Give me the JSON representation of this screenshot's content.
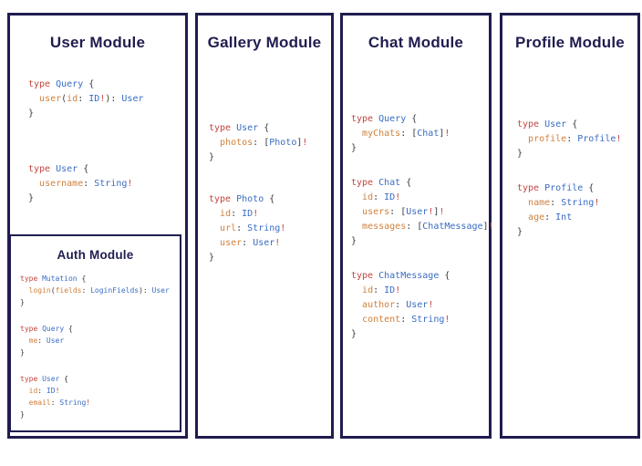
{
  "palette": {
    "border_navy": "#1f1d4f",
    "title_navy": "#1f1d4f",
    "keyword_red": "#c2463e",
    "type_blue": "#3a6cc3",
    "field_orange": "#d0813e",
    "punctuation_dark": "#383b42",
    "background": "#ffffff"
  },
  "modules": [
    {
      "id": "user",
      "title": "User Module",
      "blocks": [
        [
          [
            [
              "r",
              "type"
            ],
            [
              "d",
              " "
            ],
            [
              "b",
              "Query"
            ],
            [
              "d",
              " {"
            ]
          ],
          [
            [
              "d",
              "  "
            ],
            [
              "o",
              "user"
            ],
            [
              "d",
              "("
            ],
            [
              "o",
              "id"
            ],
            [
              "d",
              ": "
            ],
            [
              "b",
              "ID"
            ],
            [
              "r",
              "!"
            ],
            [
              "d",
              "): "
            ],
            [
              "b",
              "User"
            ]
          ],
          [
            [
              "d",
              "}"
            ]
          ]
        ],
        [
          [
            [
              "r",
              "type"
            ],
            [
              "d",
              " "
            ],
            [
              "b",
              "User"
            ],
            [
              "d",
              " {"
            ]
          ],
          [
            [
              "d",
              "  "
            ],
            [
              "o",
              "username"
            ],
            [
              "d",
              ": "
            ],
            [
              "b",
              "String"
            ],
            [
              "r",
              "!"
            ]
          ],
          [
            [
              "d",
              "}"
            ]
          ]
        ]
      ]
    },
    {
      "id": "gallery",
      "title": "Gallery Module",
      "blocks": [
        [
          [
            [
              "r",
              "type"
            ],
            [
              "d",
              " "
            ],
            [
              "b",
              "User"
            ],
            [
              "d",
              " {"
            ]
          ],
          [
            [
              "d",
              "  "
            ],
            [
              "o",
              "photos"
            ],
            [
              "d",
              ": ["
            ],
            [
              "b",
              "Photo"
            ],
            [
              "d",
              "]"
            ],
            [
              "r",
              "!"
            ]
          ],
          [
            [
              "d",
              "}"
            ]
          ]
        ],
        [
          [
            [
              "r",
              "type"
            ],
            [
              "d",
              " "
            ],
            [
              "b",
              "Photo"
            ],
            [
              "d",
              " {"
            ]
          ],
          [
            [
              "d",
              "  "
            ],
            [
              "o",
              "id"
            ],
            [
              "d",
              ": "
            ],
            [
              "b",
              "ID"
            ],
            [
              "r",
              "!"
            ]
          ],
          [
            [
              "d",
              "  "
            ],
            [
              "o",
              "url"
            ],
            [
              "d",
              ": "
            ],
            [
              "b",
              "String"
            ],
            [
              "r",
              "!"
            ]
          ],
          [
            [
              "d",
              "  "
            ],
            [
              "o",
              "user"
            ],
            [
              "d",
              ": "
            ],
            [
              "b",
              "User"
            ],
            [
              "r",
              "!"
            ]
          ],
          [
            [
              "d",
              "}"
            ]
          ]
        ]
      ]
    },
    {
      "id": "chat",
      "title": "Chat Module",
      "blocks": [
        [
          [
            [
              "r",
              "type"
            ],
            [
              "d",
              " "
            ],
            [
              "b",
              "Query"
            ],
            [
              "d",
              " {"
            ]
          ],
          [
            [
              "d",
              "  "
            ],
            [
              "o",
              "myChats"
            ],
            [
              "d",
              ": ["
            ],
            [
              "b",
              "Chat"
            ],
            [
              "d",
              "]"
            ],
            [
              "r",
              "!"
            ]
          ],
          [
            [
              "d",
              "}"
            ]
          ]
        ],
        [
          [
            [
              "r",
              "type"
            ],
            [
              "d",
              " "
            ],
            [
              "b",
              "Chat"
            ],
            [
              "d",
              " {"
            ]
          ],
          [
            [
              "d",
              "  "
            ],
            [
              "o",
              "id"
            ],
            [
              "d",
              ": "
            ],
            [
              "b",
              "ID"
            ],
            [
              "r",
              "!"
            ]
          ],
          [
            [
              "d",
              "  "
            ],
            [
              "o",
              "users"
            ],
            [
              "d",
              ": ["
            ],
            [
              "b",
              "User"
            ],
            [
              "r",
              "!"
            ],
            [
              "d",
              "]"
            ],
            [
              "r",
              "!"
            ]
          ],
          [
            [
              "d",
              "  "
            ],
            [
              "o",
              "messages"
            ],
            [
              "d",
              ": ["
            ],
            [
              "b",
              "ChatMessage"
            ],
            [
              "d",
              "]"
            ],
            [
              "r",
              "!"
            ]
          ],
          [
            [
              "d",
              "}"
            ]
          ]
        ],
        [
          [
            [
              "r",
              "type"
            ],
            [
              "d",
              " "
            ],
            [
              "b",
              "ChatMessage"
            ],
            [
              "d",
              " {"
            ]
          ],
          [
            [
              "d",
              "  "
            ],
            [
              "o",
              "id"
            ],
            [
              "d",
              ": "
            ],
            [
              "b",
              "ID"
            ],
            [
              "r",
              "!"
            ]
          ],
          [
            [
              "d",
              "  "
            ],
            [
              "o",
              "author"
            ],
            [
              "d",
              ": "
            ],
            [
              "b",
              "User"
            ],
            [
              "r",
              "!"
            ]
          ],
          [
            [
              "d",
              "  "
            ],
            [
              "o",
              "content"
            ],
            [
              "d",
              ": "
            ],
            [
              "b",
              "String"
            ],
            [
              "r",
              "!"
            ]
          ],
          [
            [
              "d",
              "}"
            ]
          ]
        ]
      ]
    },
    {
      "id": "profile",
      "title": "Profile Module",
      "blocks": [
        [
          [
            [
              "r",
              "type"
            ],
            [
              "d",
              " "
            ],
            [
              "b",
              "User"
            ],
            [
              "d",
              " {"
            ]
          ],
          [
            [
              "d",
              "  "
            ],
            [
              "o",
              "profile"
            ],
            [
              "d",
              ": "
            ],
            [
              "b",
              "Profile"
            ],
            [
              "r",
              "!"
            ]
          ],
          [
            [
              "d",
              "}"
            ]
          ]
        ],
        [
          [
            [
              "r",
              "type"
            ],
            [
              "d",
              " "
            ],
            [
              "b",
              "Profile"
            ],
            [
              "d",
              " {"
            ]
          ],
          [
            [
              "d",
              "  "
            ],
            [
              "o",
              "name"
            ],
            [
              "d",
              ": "
            ],
            [
              "b",
              "String"
            ],
            [
              "r",
              "!"
            ]
          ],
          [
            [
              "d",
              "  "
            ],
            [
              "o",
              "age"
            ],
            [
              "d",
              ": "
            ],
            [
              "b",
              "Int"
            ]
          ],
          [
            [
              "d",
              "}"
            ]
          ]
        ]
      ]
    },
    {
      "id": "auth",
      "title": "Auth Module",
      "blocks": [
        [
          [
            [
              "r",
              "type"
            ],
            [
              "d",
              " "
            ],
            [
              "b",
              "Mutation"
            ],
            [
              "d",
              " {"
            ]
          ],
          [
            [
              "d",
              "  "
            ],
            [
              "o",
              "login"
            ],
            [
              "d",
              "("
            ],
            [
              "o",
              "fields"
            ],
            [
              "d",
              ": "
            ],
            [
              "b",
              "LoginFields"
            ],
            [
              "d",
              "): "
            ],
            [
              "b",
              "User"
            ]
          ],
          [
            [
              "d",
              "}"
            ]
          ]
        ],
        [
          [
            [
              "r",
              "type"
            ],
            [
              "d",
              " "
            ],
            [
              "b",
              "Query"
            ],
            [
              "d",
              " {"
            ]
          ],
          [
            [
              "d",
              "  "
            ],
            [
              "o",
              "me"
            ],
            [
              "d",
              ": "
            ],
            [
              "b",
              "User"
            ]
          ],
          [
            [
              "d",
              "}"
            ]
          ]
        ],
        [
          [
            [
              "r",
              "type"
            ],
            [
              "d",
              " "
            ],
            [
              "b",
              "User"
            ],
            [
              "d",
              " {"
            ]
          ],
          [
            [
              "d",
              "  "
            ],
            [
              "o",
              "id"
            ],
            [
              "d",
              ": "
            ],
            [
              "b",
              "ID"
            ],
            [
              "r",
              "!"
            ]
          ],
          [
            [
              "d",
              "  "
            ],
            [
              "o",
              "email"
            ],
            [
              "d",
              ": "
            ],
            [
              "b",
              "String"
            ],
            [
              "r",
              "!"
            ]
          ],
          [
            [
              "d",
              "}"
            ]
          ]
        ]
      ]
    }
  ]
}
